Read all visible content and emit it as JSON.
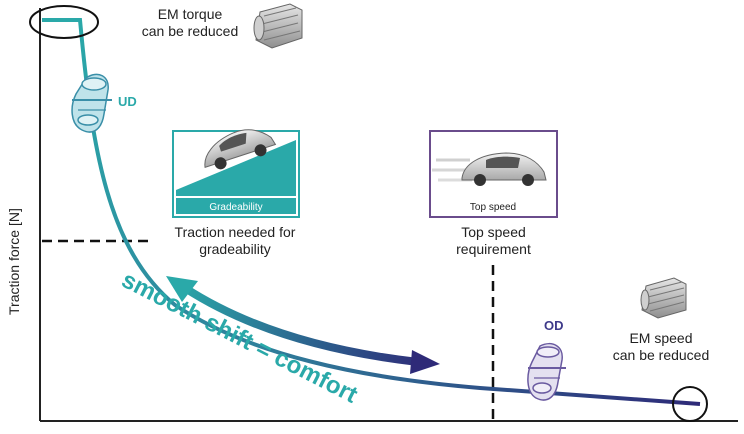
{
  "yaxis_label": "Traction force [N]",
  "labels": {
    "ud": "UD",
    "od": "OD",
    "em_torque_line1": "EM torque",
    "em_torque_line2": "can be reduced",
    "em_speed_line1": "EM speed",
    "em_speed_line2": "can be reduced",
    "traction_line1": "Traction needed for",
    "traction_line2": "gradeability",
    "top_line1": "Top speed",
    "top_line2": "requirement",
    "smooth_shift": "smooth shift = comfort"
  },
  "cards": {
    "gradeability": "Gradeability",
    "top_speed": "Top speed"
  },
  "colors": {
    "teal": "#2aa9a9",
    "navy": "#2e2a78",
    "purple": "#6a4c8c",
    "axis": "#222222"
  }
}
